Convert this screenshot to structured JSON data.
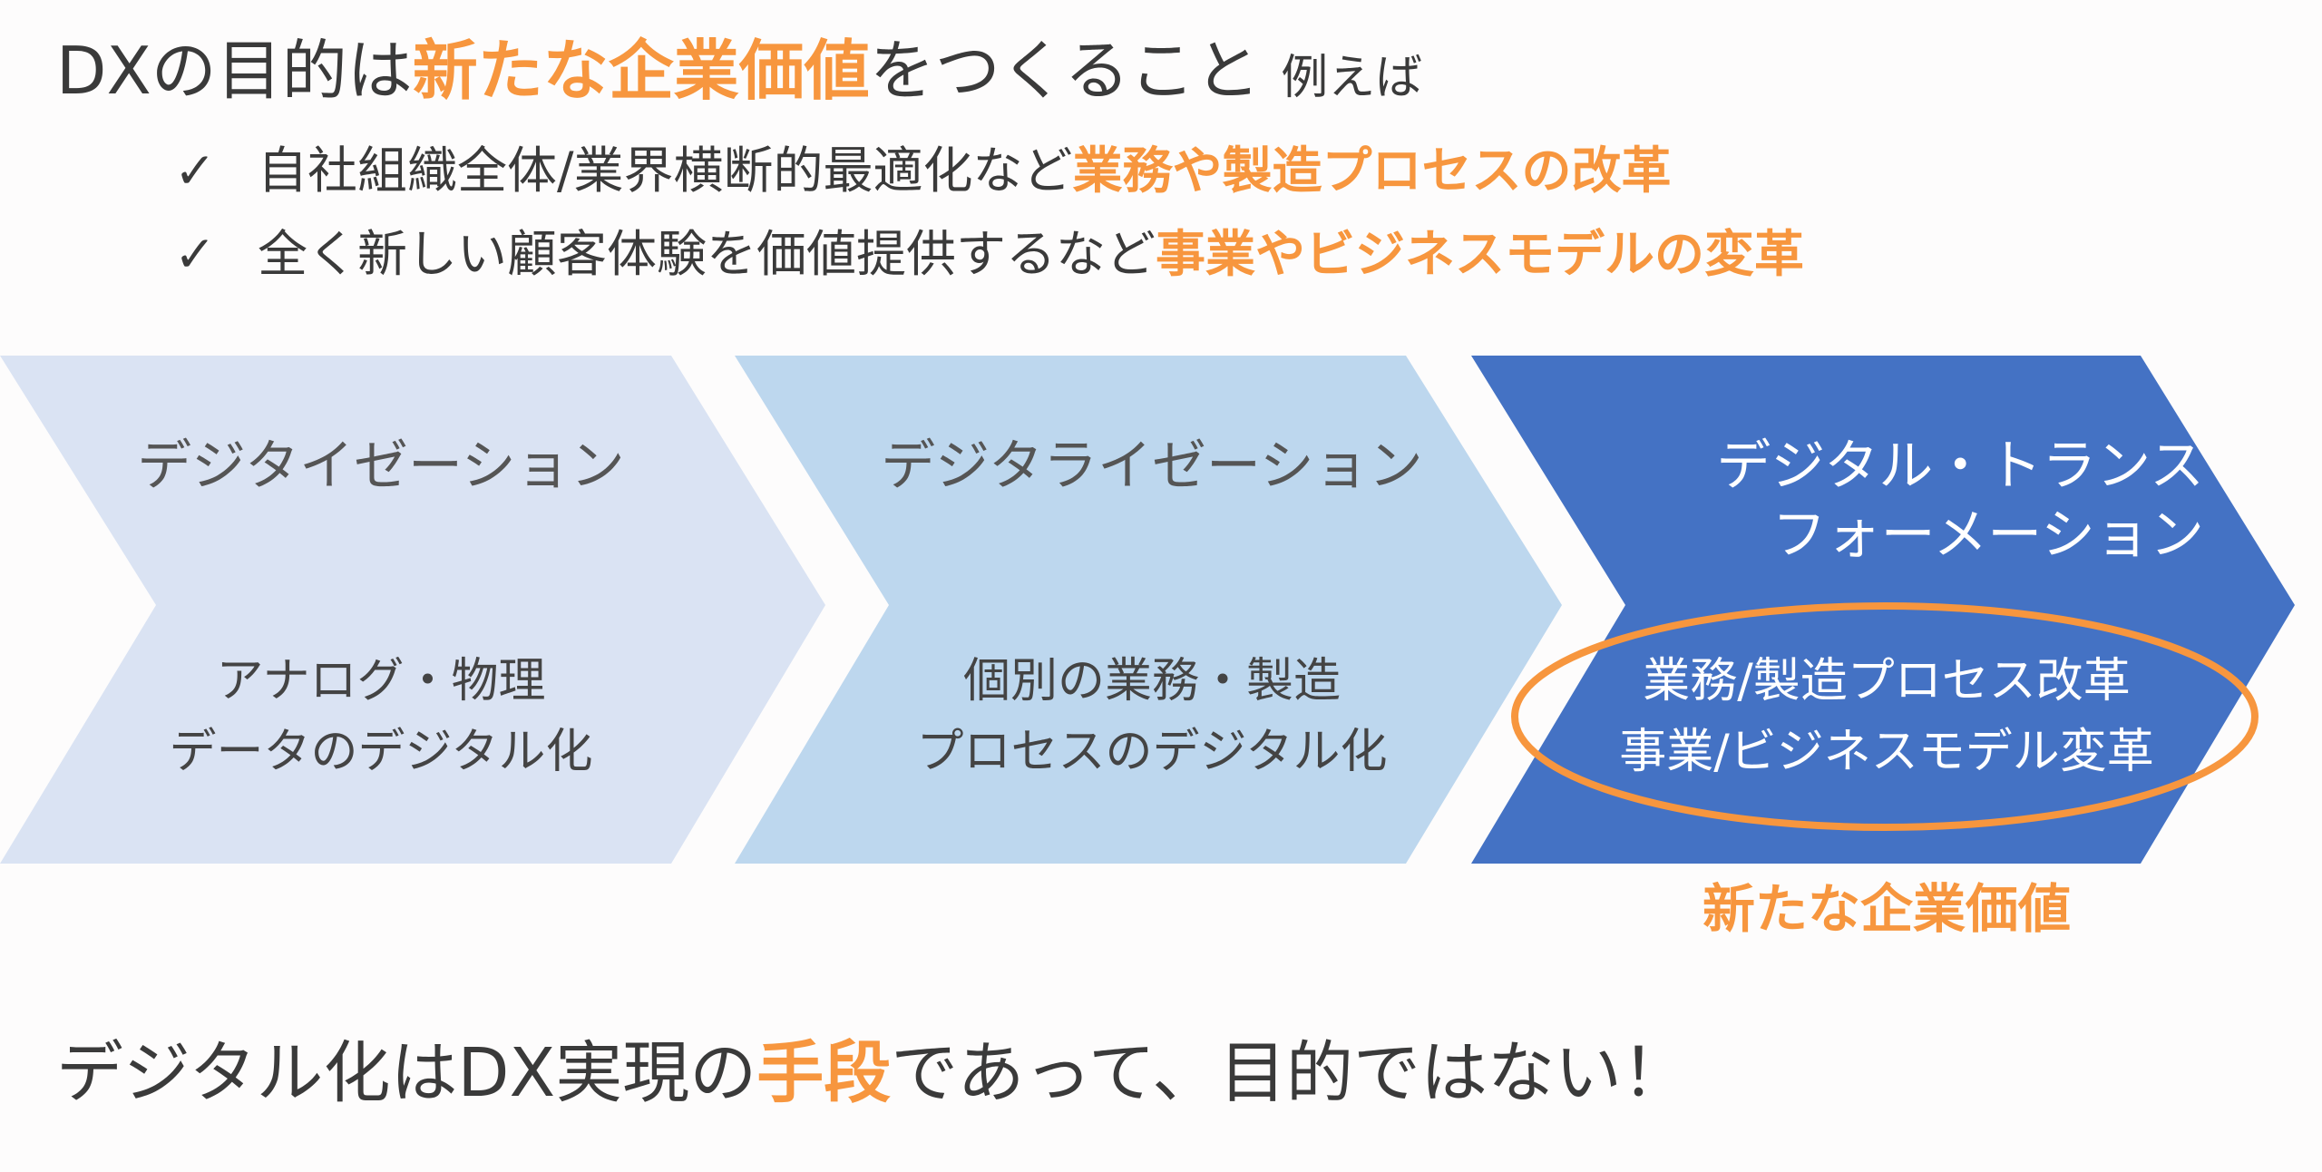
{
  "colors": {
    "accent": "#f7963e",
    "text": "#3a3a3a",
    "chevron1": "#dae3f3",
    "chevron2": "#bdd7ee",
    "chevron3": "#4472c4"
  },
  "title": {
    "prefix": "DXの目的は",
    "highlight": "新たな企業価値",
    "suffix": "をつくること",
    "small": "例えば"
  },
  "bullets": [
    {
      "check": "✓",
      "text": "自社組織全体/業界横断的最適化など",
      "highlight": "業務や製造プロセスの改革"
    },
    {
      "check": "✓",
      "text": "全く新しい顧客体験を価値提供するなど",
      "highlight": "事業やビジネスモデルの変革"
    }
  ],
  "chevrons": [
    {
      "head": [
        "デジタイゼーション"
      ],
      "body": [
        "アナログ・物理",
        "データのデジタル化"
      ]
    },
    {
      "head": [
        "デジタライゼーション"
      ],
      "body": [
        "個別の業務・製造",
        "プロセスのデジタル化"
      ]
    },
    {
      "head": [
        "デジタル・トランス",
        "フォーメーション"
      ],
      "body": [
        "業務/製造プロセス改革",
        "事業/ビジネスモデル変革"
      ]
    }
  ],
  "value_label": "新たな企業価値",
  "footer": {
    "prefix": "デジタル化はDX実現の",
    "highlight": "手段",
    "suffix": "であって、目的ではない！"
  }
}
